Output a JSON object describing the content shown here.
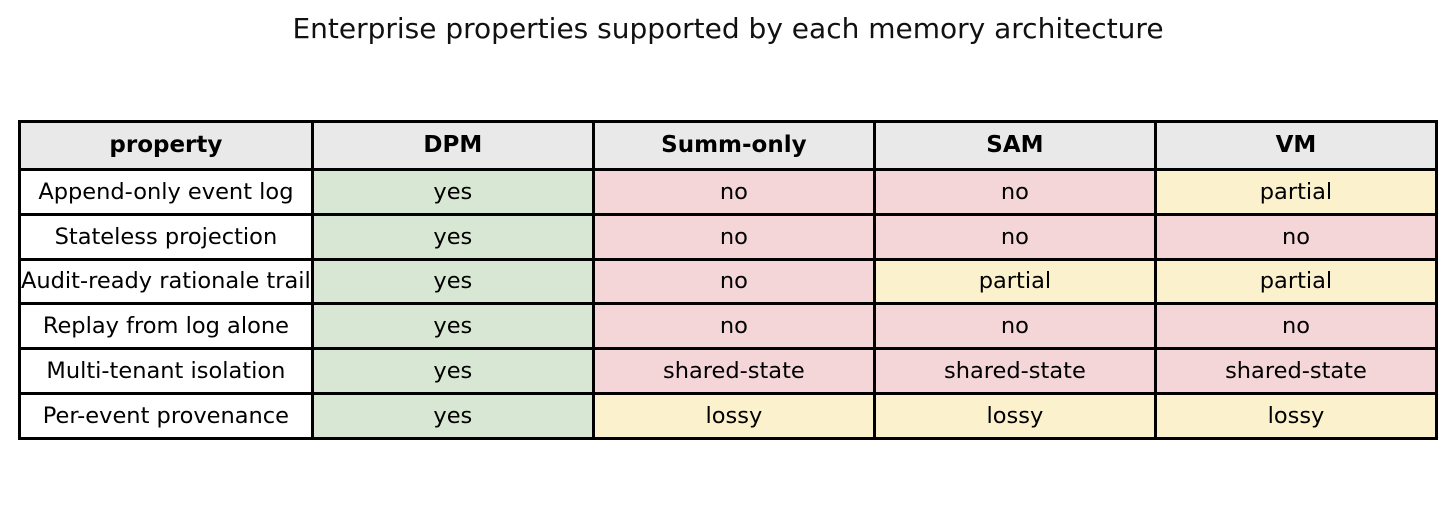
{
  "chart_data": {
    "type": "table",
    "title": "Enterprise properties supported by each memory architecture",
    "columns": [
      "property",
      "DPM",
      "Summ-only",
      "SAM",
      "VM"
    ],
    "rows": [
      {
        "property": "Append-only event log",
        "values": [
          "yes",
          "no",
          "no",
          "partial"
        ],
        "colors": [
          "#d8e7d3",
          "#f4d6d8",
          "#f4d6d8",
          "#fbf1cd"
        ]
      },
      {
        "property": "Stateless projection",
        "values": [
          "yes",
          "no",
          "no",
          "no"
        ],
        "colors": [
          "#d8e7d3",
          "#f4d6d8",
          "#f4d6d8",
          "#f4d6d8"
        ]
      },
      {
        "property": "Audit-ready rationale trail",
        "values": [
          "yes",
          "no",
          "partial",
          "partial"
        ],
        "colors": [
          "#d8e7d3",
          "#f4d6d8",
          "#fbf1cd",
          "#fbf1cd"
        ]
      },
      {
        "property": "Replay from log alone",
        "values": [
          "yes",
          "no",
          "no",
          "no"
        ],
        "colors": [
          "#d8e7d3",
          "#f4d6d8",
          "#f4d6d8",
          "#f4d6d8"
        ]
      },
      {
        "property": "Multi-tenant isolation",
        "values": [
          "yes",
          "shared-state",
          "shared-state",
          "shared-state"
        ],
        "colors": [
          "#d8e7d3",
          "#f4d6d8",
          "#f4d6d8",
          "#f4d6d8"
        ]
      },
      {
        "property": "Per-event provenance",
        "values": [
          "yes",
          "lossy",
          "lossy",
          "lossy"
        ],
        "colors": [
          "#d8e7d3",
          "#fbf1cd",
          "#fbf1cd",
          "#fbf1cd"
        ]
      }
    ],
    "palette": {
      "yes_green": "#d8e7d3",
      "no_pink": "#f4d6d8",
      "partial_yellow": "#fbf1cd",
      "header_bg": "#e9e9e9",
      "row_label_bg": "#ffffff",
      "border": "#000000"
    },
    "legend_position": "none",
    "grid": "all-cell-borders"
  }
}
